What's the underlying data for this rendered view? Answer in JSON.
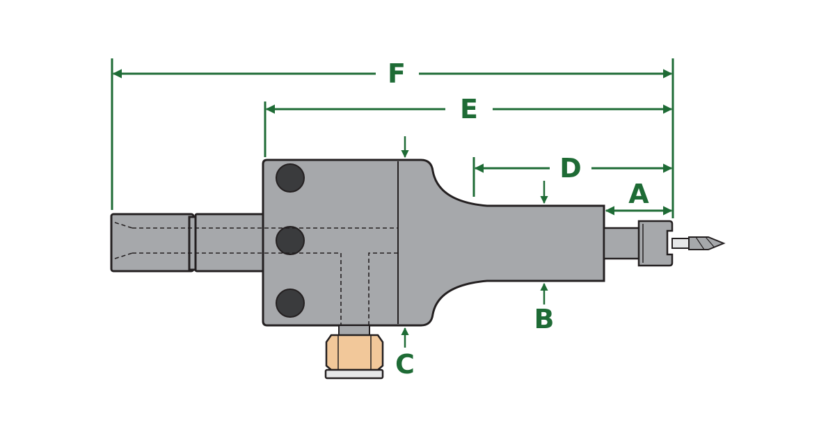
{
  "colors": {
    "background": "#ffffff",
    "dimension": "#1e6b35",
    "body_fill": "#a6a8ab",
    "outline": "#231f20",
    "bolt": "#3a3b3d",
    "nut": "#f2c89a",
    "base": "#e6e7e8"
  },
  "dimensions": {
    "a": "A",
    "b": "B",
    "c": "C",
    "d": "D",
    "e": "E",
    "f": "F"
  }
}
